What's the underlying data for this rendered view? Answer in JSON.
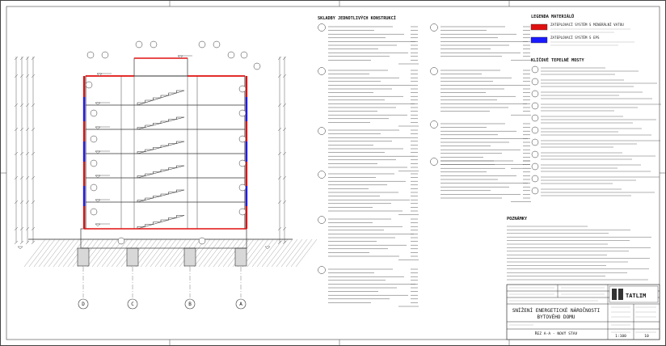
{
  "drawing": {
    "axes": [
      "D",
      "C",
      "B",
      "A"
    ]
  },
  "composition_heading": "SKLADBY JEDNOTLIVÝCH KONSTRUKCÍ",
  "legend": {
    "title": "LEGENDA MATERIÁLŮ",
    "red_color": "#e01010",
    "blue_color": "#1a1aff",
    "items": [
      {
        "color_key": "red",
        "text": "ZATEPLOVACÍ SYSTÉM S MINERÁLNÍ VATOU"
      },
      {
        "color_key": "blue",
        "text": "ZATEPLOVACÍ SYSTÉM S EPS"
      }
    ]
  },
  "bridges_heading": "KLÍČOVÉ TEPELNÉ MOSTY",
  "notes_heading": "POZNÁMKY",
  "title_block": {
    "firm": "TATLIM",
    "project_line1": "SNÍŽENÍ ENERGETICKÉ NÁROČNOSTI",
    "project_line2": "BYTOVÉHO DOMU",
    "drawing_name": "ŘEZ A-A - NOVÝ STAV",
    "scale": "1:100",
    "sheet_no": "10"
  }
}
